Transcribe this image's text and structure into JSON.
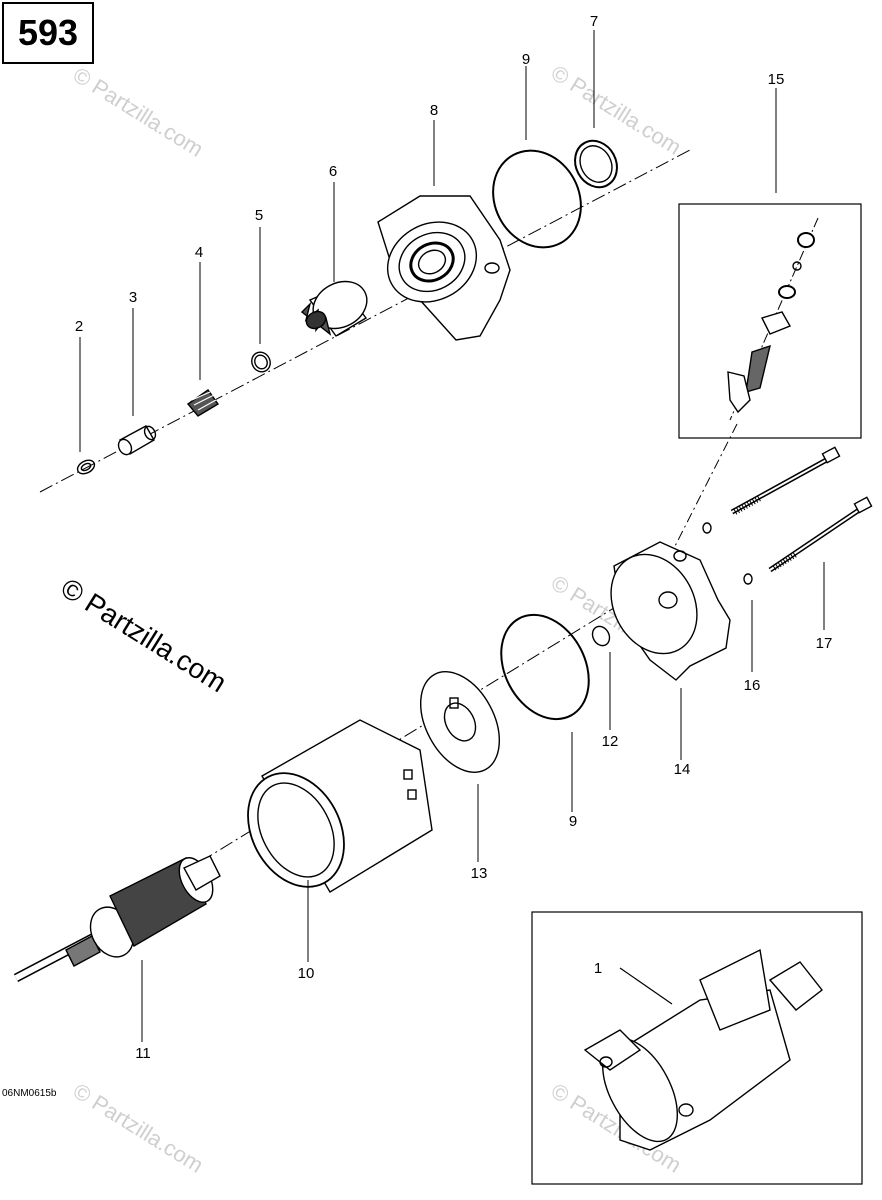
{
  "page_number": "593",
  "diagram_code": "06NM0615b",
  "watermark": "© Partzilla.com",
  "callouts": {
    "c1": "1",
    "c2": "2",
    "c3": "3",
    "c4": "4",
    "c5": "5",
    "c6": "6",
    "c7": "7",
    "c8": "8",
    "c9a": "9",
    "c9b": "9",
    "c10": "10",
    "c11": "11",
    "c12": "12",
    "c13": "13",
    "c14": "14",
    "c15": "15",
    "c16": "16",
    "c17": "17"
  }
}
